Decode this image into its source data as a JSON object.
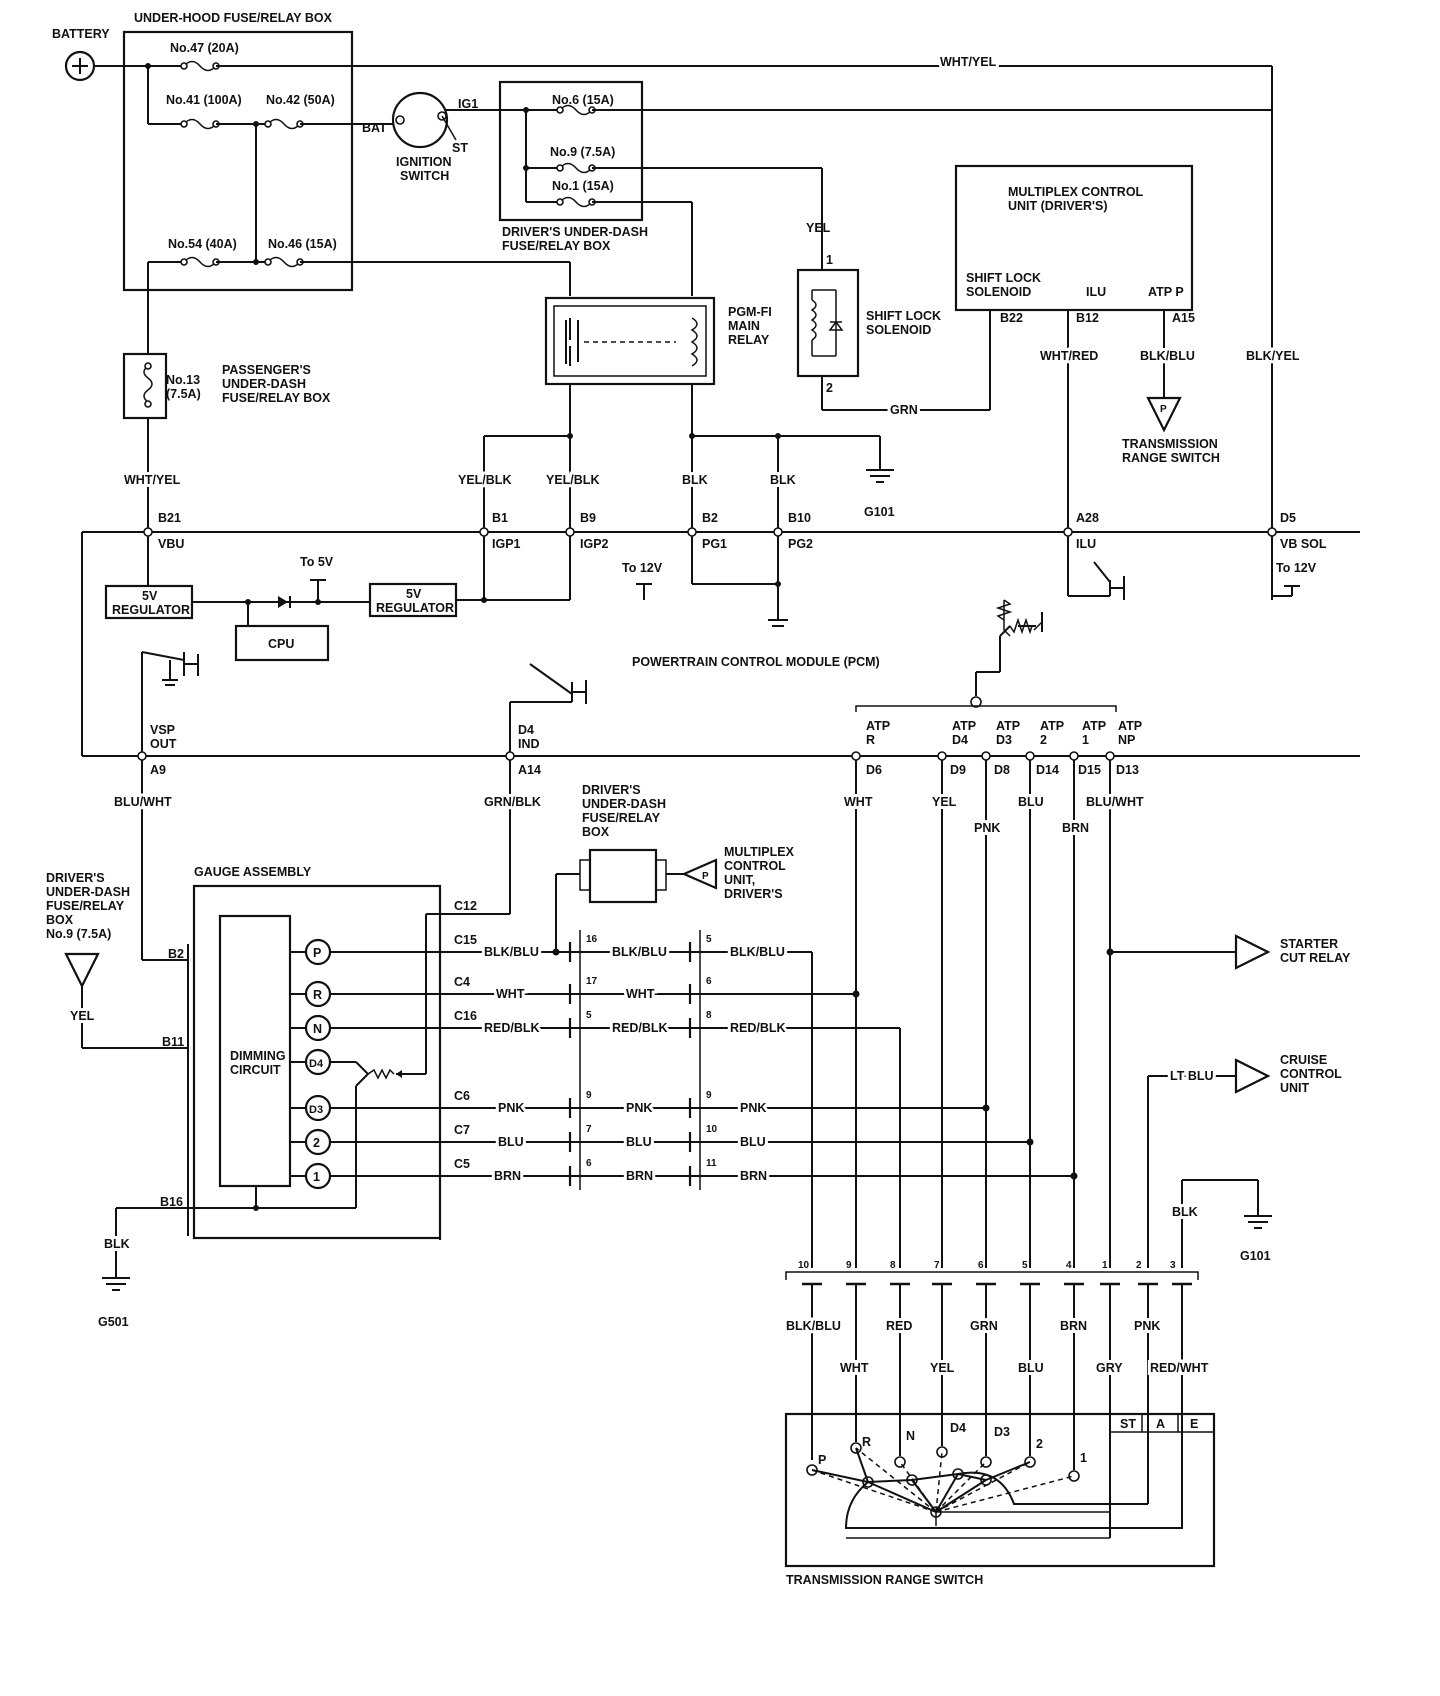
{
  "battery": {
    "label": "BATTERY"
  },
  "underhood": {
    "title": "UNDER-HOOD FUSE/RELAY BOX",
    "f47": "No.47 (20A)",
    "f41": "No.41 (100A)",
    "f42": "No.42 (50A)",
    "f54": "No.54 (40A)",
    "f46": "No.46 (15A)"
  },
  "wire_wht_yel": "WHT/YEL",
  "ignition": {
    "label1": "IGNITION",
    "label2": "SWITCH",
    "bat": "BAT",
    "ig1": "IG1",
    "st": "ST"
  },
  "driver_box": {
    "title1": "DRIVER'S UNDER-DASH",
    "title2": "FUSE/RELAY BOX",
    "f6": "No.6 (15A)",
    "f9": "No.9 (7.5A)",
    "f1": "No.1 (15A)"
  },
  "pass_box": {
    "fuse1": "No.13",
    "fuse2": "(7.5A)",
    "label1": "PASSENGER'S",
    "label2": "UNDER-DASH",
    "label3": "FUSE/RELAY BOX"
  },
  "pgmfi": {
    "l1": "PGM-FI",
    "l2": "MAIN",
    "l3": "RELAY"
  },
  "shift_lock": {
    "l1": "SHIFT LOCK",
    "l2": "SOLENOID",
    "pin1": "1",
    "pin2": "2",
    "wire_yel": "YEL",
    "wire_grn": "GRN"
  },
  "mcu": {
    "l1": "MULTIPLEX CONTROL",
    "l2": "UNIT (DRIVER'S)",
    "sl1": "SHIFT LOCK",
    "sl2": "SOLENOID",
    "ilu": "ILU",
    "atpp": "ATP P",
    "b22": "B22",
    "b12": "B12",
    "a15": "A15",
    "wht_red": "WHT/RED",
    "blk_blu": "BLK/BLU",
    "blk_yel": "BLK/YEL"
  },
  "trs_top": {
    "l1": "TRANSMISSION",
    "l2": "RANGE SWITCH",
    "p": "P"
  },
  "wires_mid": {
    "yel_blk1": "YEL/BLK",
    "yel_blk2": "YEL/BLK",
    "blk1": "BLK",
    "blk2": "BLK",
    "g101": "G101"
  },
  "pcm": {
    "title": "POWERTRAIN CONTROL MODULE (PCM)",
    "b21": "B21",
    "vbu": "VBU",
    "b1": "B1",
    "igp1": "IGP1",
    "b9": "B9",
    "igp2": "IGP2",
    "b2": "B2",
    "pg1": "PG1",
    "b10": "B10",
    "pg2": "PG2",
    "a28": "A28",
    "ilu": "ILU",
    "d5": "D5",
    "vbsol": "VB SOL",
    "to12v_a": "To 12V",
    "to12v_b": "To 12V",
    "to5v": "To 5V",
    "reg1a": "5V",
    "reg1b": "REGULATOR",
    "reg2a": "5V",
    "reg2b": "REGULATOR",
    "cpu": "CPU",
    "vsp1": "VSP",
    "vsp2": "OUT",
    "a9": "A9",
    "d4ind1": "D4",
    "d4ind2": "IND",
    "a14": "A14",
    "atpr1": "ATP",
    "atpr2": "R",
    "atpd4_1": "ATP",
    "atpd4_2": "D4",
    "atpd3_1": "ATP",
    "atpd3_2": "D3",
    "atp2_1": "ATP",
    "atp2_2": "2",
    "atp1_1": "ATP",
    "atp1_2": "1",
    "atpnp1": "ATP",
    "atpnp2": "NP",
    "d6": "D6",
    "d9": "D9",
    "d8": "D8",
    "d14": "D14",
    "d15": "D15",
    "d13": "D13"
  },
  "wires_pcm_bottom": {
    "blu_wht": "BLU/WHT",
    "grn_blk": "GRN/BLK",
    "wht": "WHT",
    "yel": "YEL",
    "pnk": "PNK",
    "blu": "BLU",
    "brn": "BRN",
    "blu_wht2": "BLU/WHT"
  },
  "driver_box2": {
    "l1": "DRIVER'S",
    "l2": "UNDER-DASH",
    "l3": "FUSE/RELAY",
    "l4": "BOX"
  },
  "mcu2": {
    "l1": "MULTIPLEX",
    "l2": "CONTROL",
    "l3": "UNIT,",
    "l4": "DRIVER'S",
    "p": "P"
  },
  "driver_box3": {
    "l1": "DRIVER'S",
    "l2": "UNDER-DASH",
    "l3": "FUSE/RELAY",
    "l4": "BOX",
    "l5": "No.9 (7.5A)",
    "yel": "YEL"
  },
  "gauge": {
    "title": "GAUGE ASSEMBLY",
    "dim1": "DIMMING",
    "dim2": "CIRCUIT",
    "b2": "B2",
    "b11": "B11",
    "b16": "B16",
    "c12": "C12",
    "c15": "C15",
    "c4": "C4",
    "c16": "C16",
    "c6": "C6",
    "c7": "C7",
    "c5": "C5",
    "ip": "P",
    "ir": "R",
    "in": "N",
    "id4": "D4",
    "id3": "D3",
    "i2": "2",
    "i1": "1",
    "blk": "BLK",
    "g501": "G501"
  },
  "conn_rows": [
    {
      "wa": "BLK/BLU",
      "pa": "16",
      "wb": "BLK/BLU",
      "pb": "5",
      "wc": "BLK/BLU"
    },
    {
      "wa": "WHT",
      "pa": "17",
      "wb": "WHT",
      "pb": "6",
      "wc": ""
    },
    {
      "wa": "RED/BLK",
      "pa": "5",
      "wb": "RED/BLK",
      "pb": "8",
      "wc": "RED/BLK"
    },
    {
      "wa": "PNK",
      "pa": "9",
      "wb": "PNK",
      "pb": "9",
      "wc": "PNK"
    },
    {
      "wa": "BLU",
      "pa": "7",
      "wb": "BLU",
      "pb": "10",
      "wc": "BLU"
    },
    {
      "wa": "BRN",
      "pa": "6",
      "wb": "BRN",
      "pb": "11",
      "wc": "BRN"
    }
  ],
  "starter": {
    "l1": "STARTER",
    "l2": "CUT RELAY"
  },
  "cruise": {
    "l1": "CRUISE",
    "l2": "CONTROL",
    "l3": "UNIT",
    "wire": "LT BLU"
  },
  "g101b": {
    "blk": "BLK",
    "g": "G101"
  },
  "trs_conn": {
    "pins": [
      "10",
      "9",
      "8",
      "7",
      "6",
      "5",
      "4",
      "1",
      "2",
      "3"
    ],
    "w1": "BLK/BLU",
    "w2": "WHT",
    "w3": "RED",
    "w4": "YEL",
    "w5": "GRN",
    "w6": "BLU",
    "w7": "BRN",
    "w8": "GRY",
    "w9": "PNK",
    "w10": "RED/WHT"
  },
  "trs": {
    "title": "TRANSMISSION RANGE SWITCH",
    "p": "P",
    "r": "R",
    "n": "N",
    "d4": "D4",
    "d3": "D3",
    "two": "2",
    "one": "1",
    "st": "ST",
    "a": "A",
    "e": "E"
  }
}
